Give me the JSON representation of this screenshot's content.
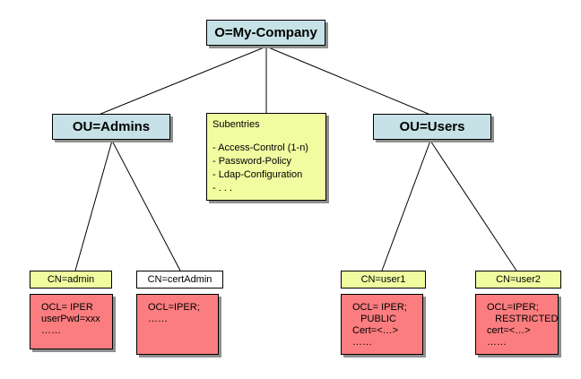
{
  "root": {
    "label": "O=My-Company"
  },
  "admins": {
    "label": "OU=Admins"
  },
  "users": {
    "label": "OU=Users"
  },
  "subentries": {
    "title": "Subentries",
    "items": [
      "- Access-Control (1-n)",
      "- Password-Policy",
      "- Ldap-Configuration",
      "- . . ."
    ]
  },
  "entries": {
    "admin": {
      "cn": "CN=admin",
      "attrs": [
        "OCL= IPER",
        "userPwd=xxx",
        "……"
      ]
    },
    "certAdmin": {
      "cn": "CN=certAdmin",
      "attrs": [
        "OCL=IPER;",
        "……"
      ]
    },
    "user1": {
      "cn": "CN=user1",
      "attrs": [
        "OCL= IPER;",
        "   PUBLIC",
        "Cert=<…>",
        "……"
      ]
    },
    "user2": {
      "cn": "CN=user2",
      "attrs": [
        "OCL=IPER;",
        "   RESTRICTED",
        "cert=<…>",
        "……"
      ]
    }
  },
  "colors": {
    "node_fill": "#c6e2e6",
    "note_fill": "#f0fca0",
    "attr_fill": "#fb7d7f",
    "shadow": "#8f8f8f"
  }
}
